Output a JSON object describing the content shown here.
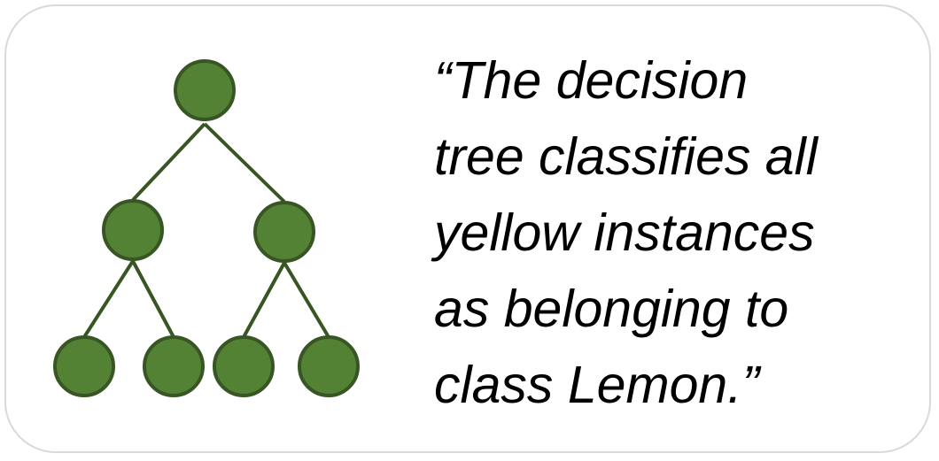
{
  "quote": {
    "lines": [
      "“The decision",
      "tree classifies all",
      "yellow instances",
      "as belonging to",
      "class Lemon.”"
    ]
  },
  "colors": {
    "node_fill": "#548235",
    "node_stroke": "#375623",
    "edge": "#375623",
    "card_border": "#d9d9d9"
  },
  "icons": {
    "tree": "decision-tree-icon"
  }
}
